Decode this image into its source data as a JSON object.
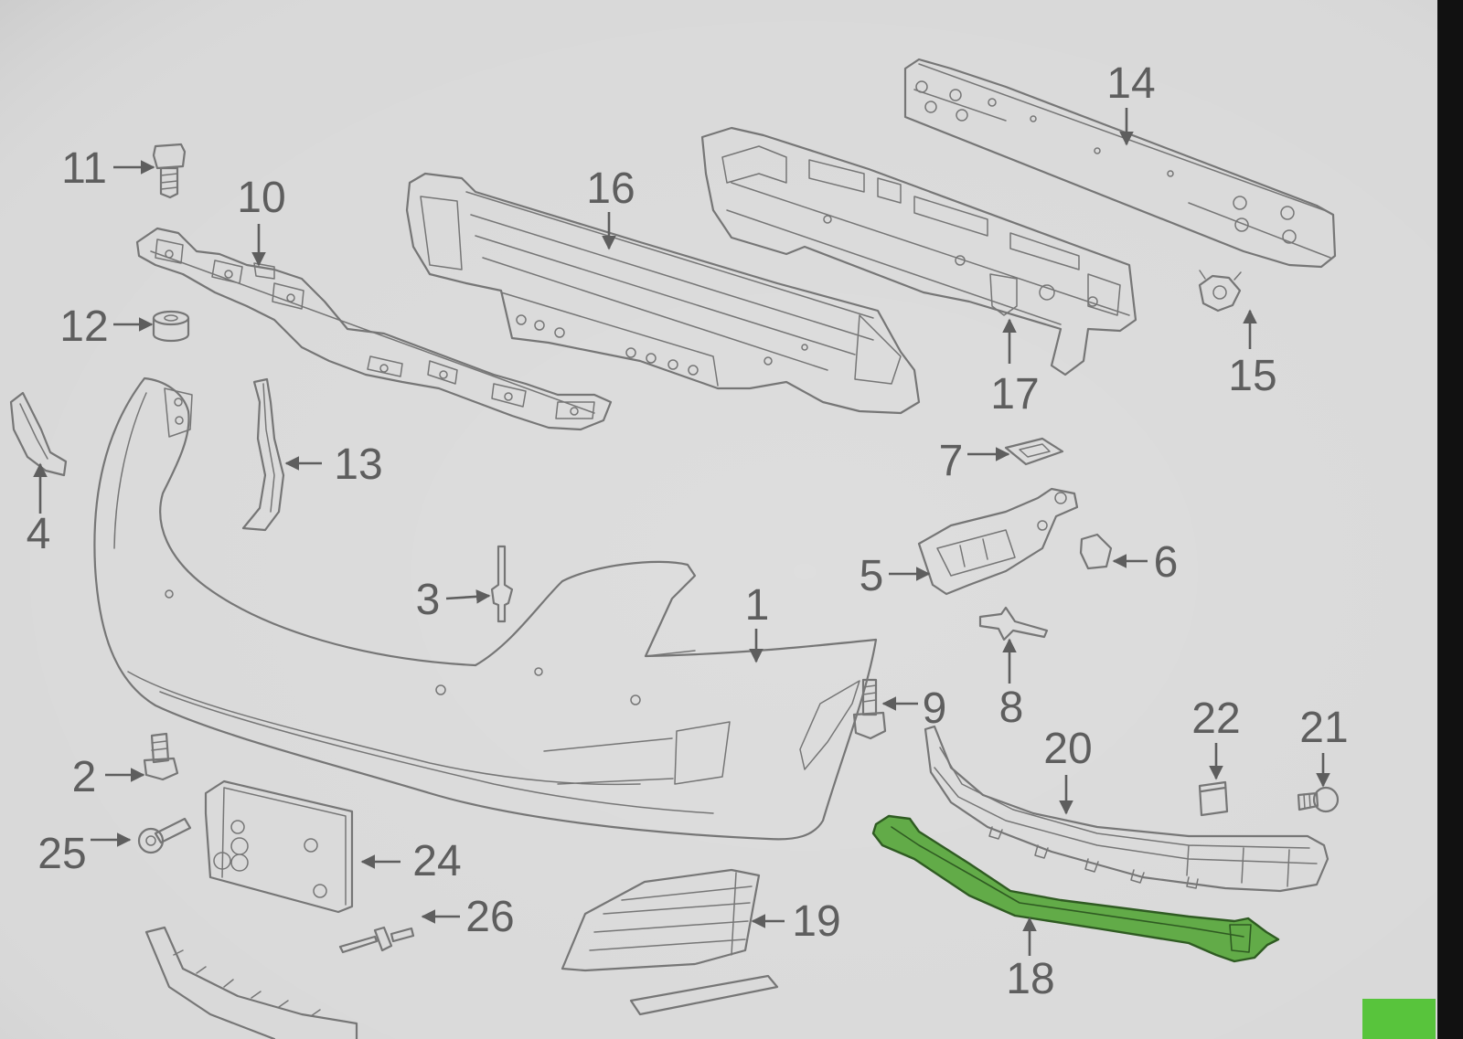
{
  "callouts": [
    "1",
    "2",
    "3",
    "4",
    "5",
    "6",
    "7",
    "8",
    "9",
    "10",
    "11",
    "12",
    "13",
    "14",
    "15",
    "16",
    "17",
    "18",
    "19",
    "20",
    "21",
    "22",
    "24",
    "25",
    "26"
  ],
  "colors": {
    "background": "#d9d9d9",
    "line": "#767676",
    "label": "#5e5e5e",
    "highlight": "#62ab48",
    "bezel": "#111111",
    "button": "#58c43c"
  }
}
